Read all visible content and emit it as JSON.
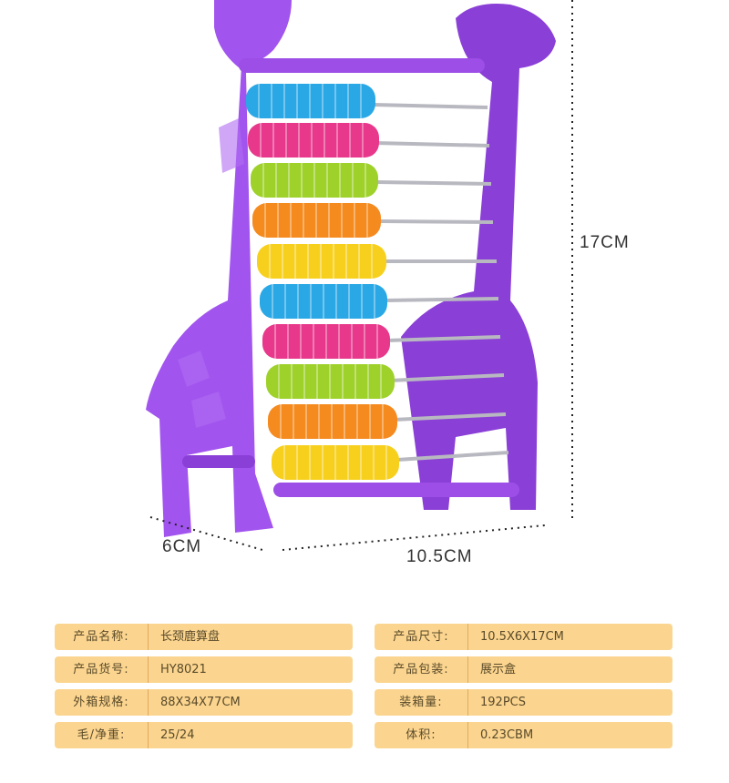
{
  "dimensions": {
    "height": "17CM",
    "depth": "6CM",
    "width": "10.5CM"
  },
  "colors": {
    "frame": "#9c4ee6",
    "bead_blue": "#2aa8e6",
    "bead_pink": "#e8388c",
    "bead_green": "#9ed12a",
    "bead_orange": "#f58a1f",
    "bead_yellow": "#f7d01e",
    "spec_bg": "#fbd58f"
  },
  "specs_left": [
    {
      "label": "产品名称:",
      "value": "长颈鹿算盘"
    },
    {
      "label": "产品货号:",
      "value": "HY8021"
    },
    {
      "label": "外箱规格:",
      "value": "88X34X77CM"
    },
    {
      "label": "毛/净重:",
      "value": "25/24"
    }
  ],
  "specs_right": [
    {
      "label": "产品尺寸:",
      "value": "10.5X6X17CM"
    },
    {
      "label": "产品包装:",
      "value": "展示盒"
    },
    {
      "label": "装箱量:",
      "value": "192PCS"
    },
    {
      "label": "体积:",
      "value": "0.23CBM"
    }
  ]
}
